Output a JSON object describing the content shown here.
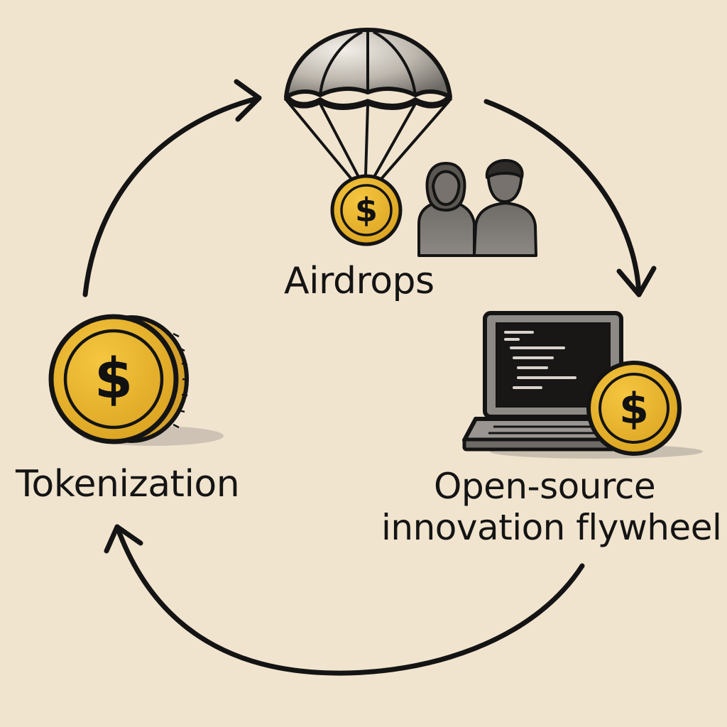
{
  "nodes": {
    "airdrops": {
      "label": "Airdrops",
      "icon": "parachute-coin-icon"
    },
    "tokenization": {
      "label": "Tokenization",
      "icon": "coin-icon"
    },
    "open_source": {
      "label_line1": "Open-source",
      "label_line2": "innovation flywheel",
      "icon": "laptop-code-icon"
    }
  },
  "coin_symbol": "$",
  "colors": {
    "background": "#f1e4cf",
    "coin_gold": "#e8b32e",
    "ink": "#141414",
    "gray": "#8a8580"
  }
}
